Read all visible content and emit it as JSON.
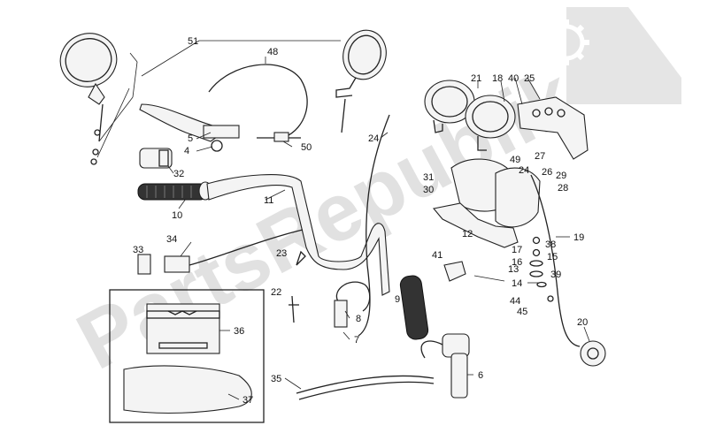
{
  "watermark": {
    "text": "PartsRepublik",
    "icon": "gear-icon",
    "color": "#bdbdbd"
  },
  "callouts": [
    {
      "id": "51",
      "text": "51"
    },
    {
      "id": "48",
      "text": "48"
    },
    {
      "id": "5",
      "text": "5"
    },
    {
      "id": "4",
      "text": "4"
    },
    {
      "id": "50",
      "text": "50"
    },
    {
      "id": "32",
      "text": "32"
    },
    {
      "id": "10",
      "text": "10"
    },
    {
      "id": "11",
      "text": "11"
    },
    {
      "id": "33",
      "text": "33"
    },
    {
      "id": "34",
      "text": "34"
    },
    {
      "id": "23",
      "text": "23"
    },
    {
      "id": "22",
      "text": "22"
    },
    {
      "id": "24a",
      "text": "24"
    },
    {
      "id": "24b",
      "text": "24"
    },
    {
      "id": "21",
      "text": "21"
    },
    {
      "id": "18",
      "text": "18"
    },
    {
      "id": "40",
      "text": "40"
    },
    {
      "id": "25",
      "text": "25"
    },
    {
      "id": "31",
      "text": "31"
    },
    {
      "id": "30",
      "text": "30"
    },
    {
      "id": "49",
      "text": "49"
    },
    {
      "id": "26",
      "text": "26"
    },
    {
      "id": "27",
      "text": "27"
    },
    {
      "id": "29",
      "text": "29"
    },
    {
      "id": "28",
      "text": "28"
    },
    {
      "id": "12",
      "text": "12"
    },
    {
      "id": "19",
      "text": "19"
    },
    {
      "id": "41",
      "text": "41"
    },
    {
      "id": "17",
      "text": "17"
    },
    {
      "id": "38",
      "text": "38"
    },
    {
      "id": "16",
      "text": "16"
    },
    {
      "id": "15",
      "text": "15"
    },
    {
      "id": "13",
      "text": "13"
    },
    {
      "id": "39",
      "text": "39"
    },
    {
      "id": "14",
      "text": "14"
    },
    {
      "id": "44",
      "text": "44"
    },
    {
      "id": "45",
      "text": "45"
    },
    {
      "id": "9",
      "text": "9"
    },
    {
      "id": "8",
      "text": "8"
    },
    {
      "id": "7",
      "text": "7"
    },
    {
      "id": "6",
      "text": "6"
    },
    {
      "id": "20",
      "text": "20"
    },
    {
      "id": "35",
      "text": "35"
    },
    {
      "id": "36",
      "text": "36"
    },
    {
      "id": "37",
      "text": "37"
    }
  ],
  "manual_box": {
    "icon": "eagle-logo-icon"
  }
}
